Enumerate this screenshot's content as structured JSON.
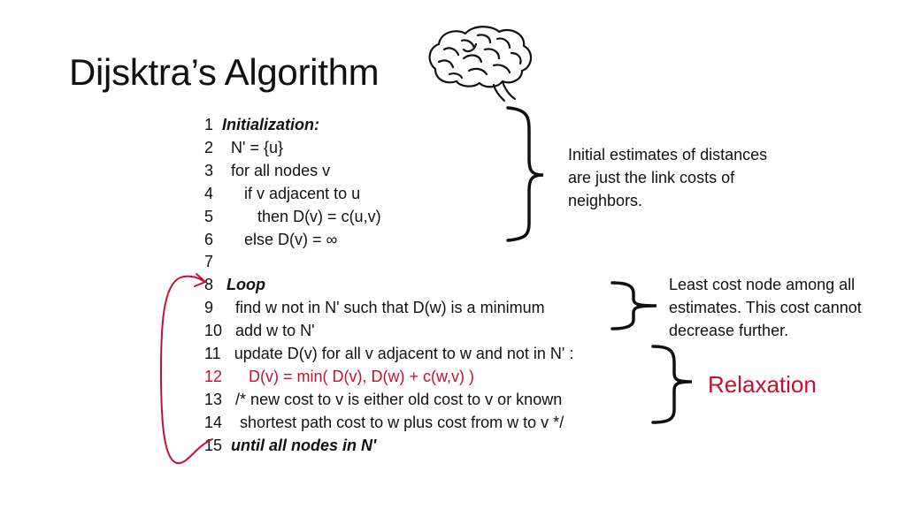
{
  "slide": {
    "title": "Dijsktra’s Algorithm"
  },
  "code": [
    {
      "num": "1",
      "text": "Initialization:",
      "style": "bold-italic",
      "indent": "  "
    },
    {
      "num": "2",
      "text": "N' = {u}",
      "style": "normal",
      "indent": "    "
    },
    {
      "num": "3",
      "text": "for all nodes v",
      "style": "normal",
      "indent": "    "
    },
    {
      "num": "4",
      "text": "if v adjacent to u",
      "style": "normal",
      "indent": "       "
    },
    {
      "num": "5",
      "text": "then D(v) = c(u,v)",
      "style": "normal",
      "indent": "          "
    },
    {
      "num": "6",
      "text": "else D(v) = ∞",
      "style": "normal",
      "indent": "       "
    },
    {
      "num": "7",
      "text": "",
      "style": "normal",
      "indent": ""
    },
    {
      "num": "8",
      "text": "Loop",
      "style": "bold-italic",
      "indent": "   "
    },
    {
      "num": "9",
      "text": "find w not in N' such that D(w) is a minimum",
      "style": "normal",
      "indent": "     "
    },
    {
      "num": "10",
      "text": "add w to N'",
      "style": "normal",
      "indent": "   "
    },
    {
      "num": "11",
      "text": "update D(v) for all v adjacent to w and not in N' :",
      "style": "normal",
      "indent": "   "
    },
    {
      "num": "12",
      "text": "D(v) = min( D(v), D(w) + c(w,v) )",
      "style": "red",
      "indent": "      "
    },
    {
      "num": "13",
      "text": "/* new cost to v is either old cost to v or known",
      "style": "normal",
      "indent": "   "
    },
    {
      "num": "14",
      "text": "shortest path cost to w plus cost from w to v */",
      "style": "normal",
      "indent": "    "
    },
    {
      "num": "15",
      "text": "until all nodes in N'",
      "style": "bold-italic",
      "indent": "  "
    }
  ],
  "notes": {
    "initial": "Initial estimates of distances are just the link costs of neighbors.",
    "least": "Least cost node among all estimates. This cost cannot decrease further.",
    "relaxation": "Relaxation"
  },
  "icons": {
    "brain": "brain-icon",
    "loop_arrow": "loop-arrow-icon",
    "braces": "curly-brace-icon"
  },
  "colors": {
    "text": "#111111",
    "accent_red": "#c8102e"
  }
}
